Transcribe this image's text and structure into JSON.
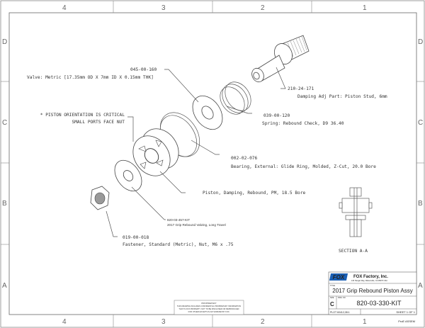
{
  "zones": {
    "columns": [
      "4",
      "3",
      "2",
      "1"
    ],
    "rows": [
      "D",
      "C",
      "B",
      "A"
    ]
  },
  "callouts": [
    {
      "part_number": "045-00-160",
      "description": "Valve: Metric [17.35mm OD X 7mm ID X 0.15mm THK]"
    },
    {
      "part_number": "210-24-171",
      "description": "Damping Adj Part: Piston Stud, 6mm"
    },
    {
      "part_number": "039-00-120",
      "description": "Spring: Rebound Check, D9 36.40"
    },
    {
      "part_number": "002-02-076",
      "description": "Bearing, External: Glide Ring, Molded, Z-Cut, 20.0 Bore"
    },
    {
      "part_number": "",
      "description": "Piston, Damping, Rebound, PM, 18.5 Bore"
    },
    {
      "part_number": "820-03-457-KIT",
      "description": "2017 Grip Rebound Valving, Long Travel"
    },
    {
      "part_number": "019-00-018",
      "description": "Fastener, Standard (Metric), Nut, M6 x .75"
    }
  ],
  "note": {
    "line1": "* PISTON ORIENTATION IS CRITICAL",
    "line2": "SMALL PORTS FACE NUT"
  },
  "section_label": "SECTION  A-A",
  "proprietary_note": {
    "title": "PROPRIETARY",
    "lines": [
      "THIS DRAWING INCLUDES CONFIDENTIAL PROPRIETARY INFORMATION",
      "THAT IS FOX PROPERTY. NOT TO BE DISCLOSED OR REPRODUCED",
      "FOR OTHER EXCEPT AS AUTHORIZED BY FOX."
    ]
  },
  "title_block": {
    "logo": "FOX",
    "company": "FOX Factory, Inc.",
    "address": "130 Hangar Way, Watsonville, CA 95076 USA",
    "title_label": "TITLE",
    "title": "2017 Grip Rebound Piston Assy",
    "size_label": "SIZE",
    "size": "C",
    "dwg_label": "DWG. NO.",
    "dwg_no": "820-03-330-KIT",
    "plot": "PLOT 60412,08:1",
    "sheet": "SHEET 1 OF 1",
    "software": "ProE ASSEM"
  },
  "colors": {
    "logo": "#1a5fb4",
    "line": "#555555"
  }
}
